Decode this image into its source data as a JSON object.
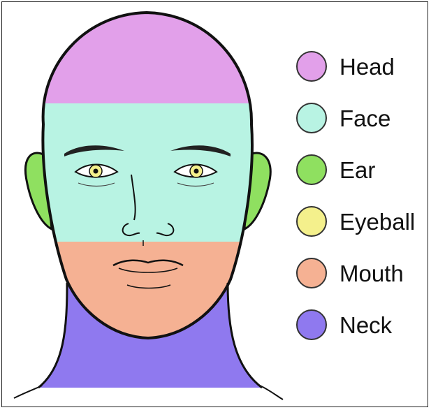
{
  "regions": [
    {
      "key": "head",
      "label": "Head",
      "color": "#e2a0ea"
    },
    {
      "key": "face",
      "label": "Face",
      "color": "#b8f3e3"
    },
    {
      "key": "ear",
      "label": "Ear",
      "color": "#8fe060"
    },
    {
      "key": "eyeball",
      "label": "Eyeball",
      "color": "#f4f08c"
    },
    {
      "key": "mouth",
      "label": "Mouth",
      "color": "#f5b193"
    },
    {
      "key": "neck",
      "label": "Neck",
      "color": "#8f79ef"
    }
  ]
}
